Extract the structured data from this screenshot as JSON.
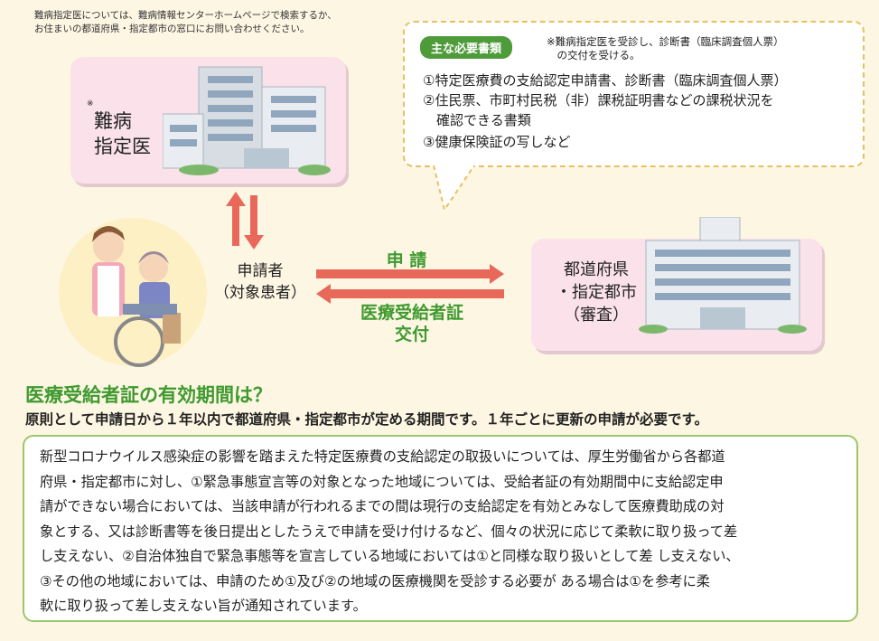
{
  "top_note": "難病指定医については、難病情報センターホームページで検索するか、\nお住まいの都道府県・指定都市の窓口にお問い合わせください。",
  "doctor": {
    "mark": "※",
    "label": "難病\n指定医"
  },
  "requirements": {
    "badge": "主な必要書類",
    "note": "※難病指定医を受診し、診断書（臨床調査個人票）\n　の交付を受ける。",
    "items": [
      "①特定医療費の支給認定申請書、診断書（臨床調査個人票）",
      "②住民票、市町村民税（非）課税証明書などの課税状況を\n　確認できる書類",
      "③健康保険証の写しなど"
    ]
  },
  "applicant": "申請者\n（対象患者）",
  "flow": {
    "apply": "申 請",
    "issue": "医療受給者証\n交付"
  },
  "prefecture": "都道府県\n・指定都市\n（審査）",
  "validity": {
    "title": "医療受給者証の有効期間は？",
    "text": "原則として申請日から１年以内で都道府県・指定都市が定める期間です。１年ごとに更新の申請が必要です。"
  },
  "covid_note": "新型コロナウイルス感染症の影響を踏まえた特定医療費の支給認定の取扱いについては、厚生労働省から各都道\n府県・指定都市に対し、①緊急事態宣言等の対象となった地域については、受給者証の有効期間中に支給認定申\n請ができない場合においては、当該申請が行われるまでの間は現行の支給認定を有効とみなして医療費助成の対\n象とする、又は診断書等を後日提出としたうえで申請を受け付けるなど、個々の状況に応じて柔軟に取り扱って差\nし支えない、②自治体独自で緊急事態等を宣言している地域においては①と同様な取り扱いとして差 し支えない、\n③その他の地域においては、申請のため①及び②の地域の医療機関を受診する必要が ある場合は①を参考に柔\n軟に取り扱って差し支えない旨が通知されています。",
  "colors": {
    "green": "#3f9a2f",
    "arrow": "#e8695a",
    "pink": "#fbe2ea",
    "cream": "#fdf6e3"
  }
}
